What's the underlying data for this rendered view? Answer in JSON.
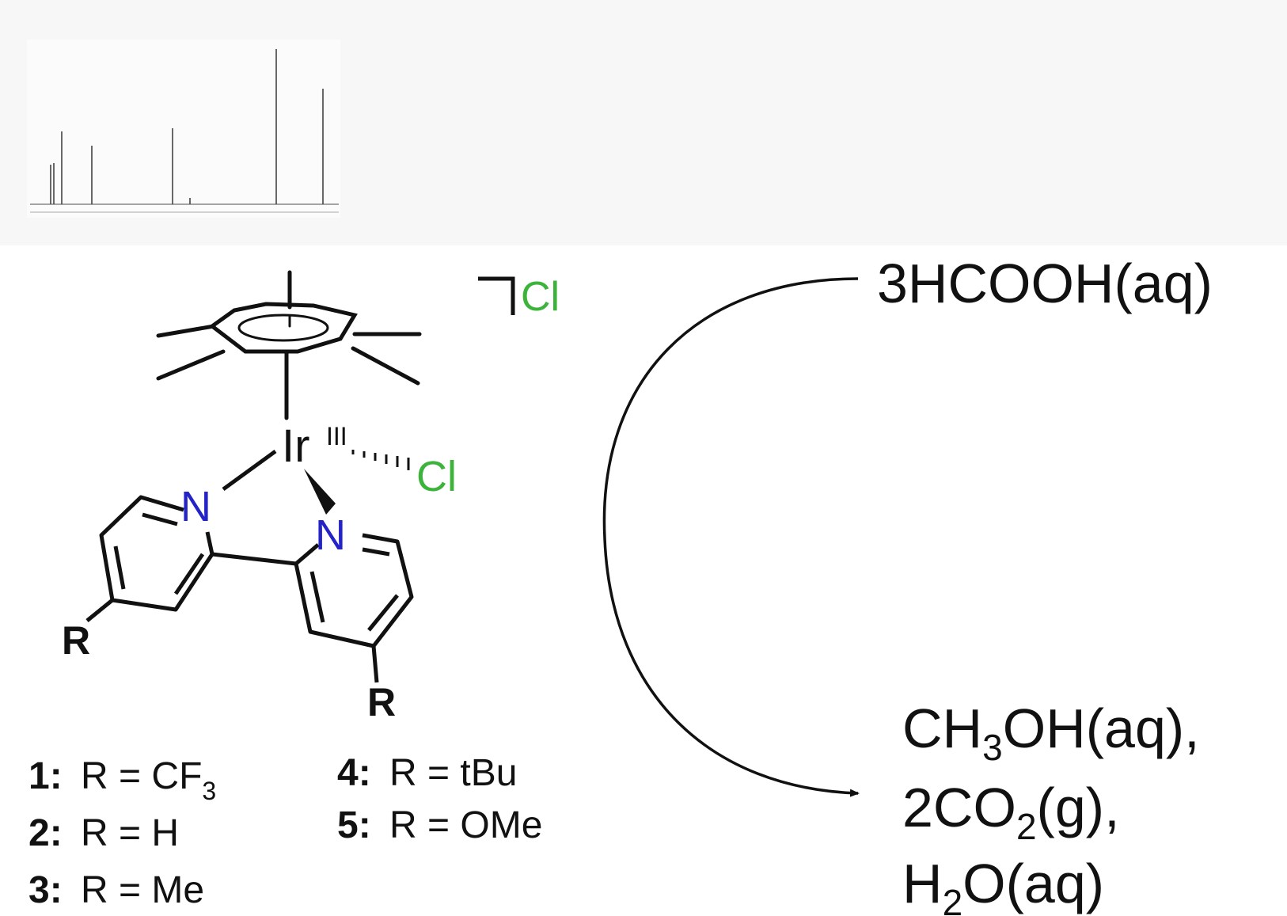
{
  "complex": {
    "counterion": "Cl",
    "metal": "Ir",
    "oxidation_state": "III",
    "ligand_cl": "Cl",
    "n1": "N",
    "n2": "N",
    "r_left": "R",
    "r_right": "R"
  },
  "variants": [
    {
      "num": "1:",
      "text": "R = CF",
      "sub": "3"
    },
    {
      "num": "2:",
      "text": "R = H",
      "sub": ""
    },
    {
      "num": "3:",
      "text": "R = Me",
      "sub": ""
    },
    {
      "num": "4:",
      "text": "R = tBu",
      "sub": ""
    },
    {
      "num": "5:",
      "text": "R = OMe",
      "sub": ""
    }
  ],
  "reaction": {
    "reactant": "3HCOOH(aq)",
    "product1_a": "CH",
    "product1_sub": "3",
    "product1_b": "OH(aq),",
    "product2_a": "2CO",
    "product2_sub": "2",
    "product2_b": "(g),",
    "product3_a": "H",
    "product3_sub": "2",
    "product3_b": "O(aq)"
  },
  "colors": {
    "chlorine": "#3cb43c",
    "nitrogen": "#2323c8",
    "bond": "#111111",
    "spectrum_bg": "#f7f7f7"
  }
}
